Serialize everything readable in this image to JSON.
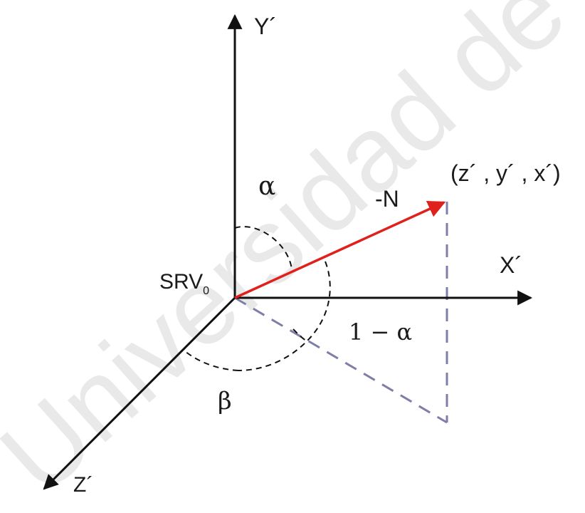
{
  "axes": {
    "y_label": "Y´",
    "x_label": "X´",
    "z_label": "Z´"
  },
  "origin_label": {
    "main": "SRV",
    "subscript": "0"
  },
  "vector": {
    "label": "-N",
    "point_label": "(z´ , y´ , x´)",
    "color": "#e0201b"
  },
  "angles": {
    "alpha": "α",
    "one_minus_alpha": "1 − α",
    "beta": "β"
  },
  "colors": {
    "axis": "#111111",
    "projection": "#7e7ea8",
    "arc": "#111111",
    "watermark": "#d8d8d8"
  },
  "watermark": "Universidad de Oviedo"
}
